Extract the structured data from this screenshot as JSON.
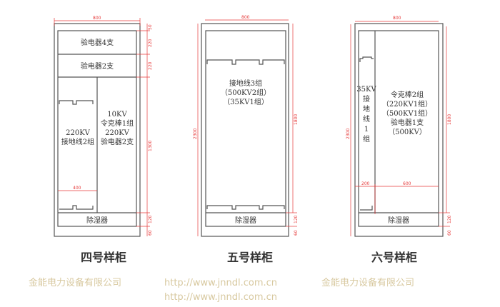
{
  "watermark": {
    "company": "金能电力设备有限公司",
    "url": "http://www.jnndl.com.cn"
  },
  "cabinets": [
    {
      "caption": "四号样柜",
      "shelf1": "验电器4支",
      "shelf2": "验电器2支",
      "left_lines": [
        "220KV",
        "接地线2组"
      ],
      "right_lines": [
        "10KV",
        "令克棒1组",
        "220KV",
        "验电器2支"
      ],
      "drawer": "除湿器",
      "dims": {
        "width": "800",
        "top": "50",
        "shelf1": "220",
        "shelf2": "220",
        "main": "1300",
        "drawer": "120",
        "base": "60",
        "left_width": "400"
      }
    },
    {
      "caption": "五号样柜",
      "lines": [
        "接地线3组",
        "（500KV2组）",
        "（35KV1组）"
      ],
      "drawer": "除湿器",
      "dims": {
        "width": "800",
        "height": "2300",
        "main": "1800",
        "drawer": "120",
        "base": "60"
      }
    },
    {
      "caption": "六号样柜",
      "left_lines": [
        "35KV",
        "接",
        "地",
        "线",
        "1",
        "组"
      ],
      "right_lines": [
        "令克棒2组",
        "（220KV1组）",
        "（500KV1组）",
        "验电器1支",
        "（500KV）"
      ],
      "drawer": "除湿器",
      "dims": {
        "width": "800",
        "height": "2300",
        "main": "1800",
        "left_width": "200",
        "right_width": "600",
        "drawer": "120",
        "base": "60"
      }
    }
  ]
}
